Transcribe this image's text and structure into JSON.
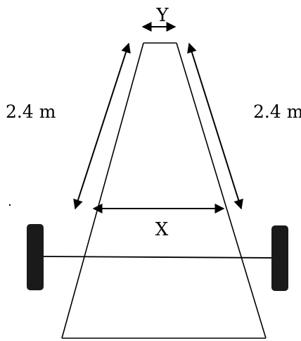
{
  "labels": {
    "top_width": "Y",
    "crossbar_width": "X",
    "left_length": "2.4 m",
    "right_length": "2.4 m"
  },
  "colors": {
    "ink": "#000000",
    "wheel": "#1a1a1a"
  }
}
